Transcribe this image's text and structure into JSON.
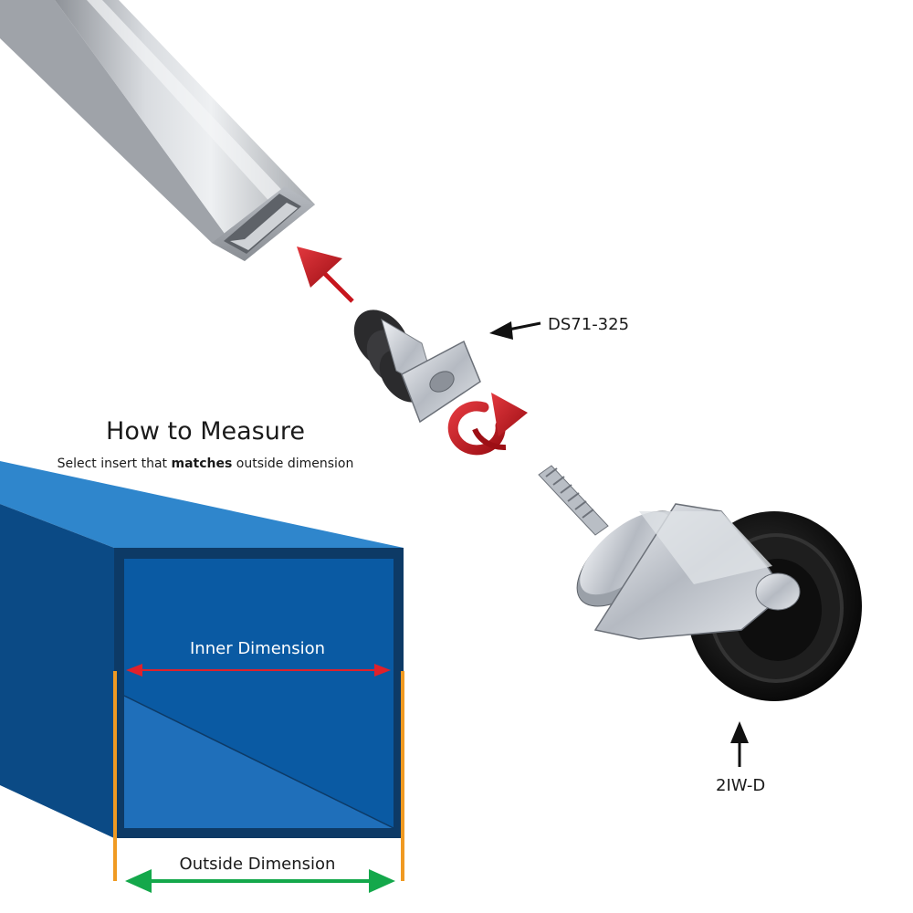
{
  "measure": {
    "title": "How to Measure",
    "subtitle_before": "Select insert that ",
    "subtitle_bold": "matches",
    "subtitle_after": " outside dimension",
    "inner_label": "Inner Dimension",
    "outside_label": "Outside Dimension"
  },
  "parts": {
    "insert_code": "DS71-325",
    "caster_code": "2IW-D"
  },
  "colors": {
    "tube_face": "#0a5aa3",
    "tube_side": "#0b4a85",
    "tube_top": "#2f86cc",
    "tube_frame": "#0d3a66",
    "inner_arrow": "#e0212b",
    "outside_arrow": "#14a84b",
    "edge_markers": "#f09a22",
    "action_arrows": "#c7161e",
    "aluminum": "#c9ccd1"
  },
  "icons": {
    "push_arrow": "red-insert-arrow-icon",
    "rotate_arrow": "red-rotate-arrow-icon",
    "pointer": "black-pointer-arrow-icon"
  }
}
